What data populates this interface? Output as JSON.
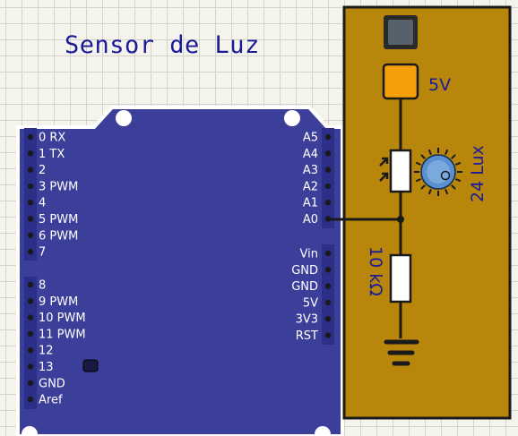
{
  "title": "Sensor de Luz",
  "board": {
    "left_pins": [
      "0  RX",
      "1  TX",
      "2",
      "3  PWM",
      "4",
      "5  PWM",
      "6  PWM",
      "7",
      "8",
      "9   PWM",
      "10 PWM",
      "11 PWM",
      "12",
      "13",
      "GND",
      "Aref"
    ],
    "right_pins": [
      "A5",
      "A4",
      "A3",
      "A2",
      "A1",
      "A0",
      "Vin",
      "GND",
      "GND",
      "5V",
      "3V3",
      "RST"
    ]
  },
  "breadboard": {
    "supply_label": "5V",
    "ldr_label": "24 Lux",
    "resistor_label": "10 kΩ"
  },
  "colors": {
    "board": "#3c3f9a",
    "breadboard": "#b8860b",
    "supply": "#f5a00a",
    "title": "#1a1a9a"
  }
}
